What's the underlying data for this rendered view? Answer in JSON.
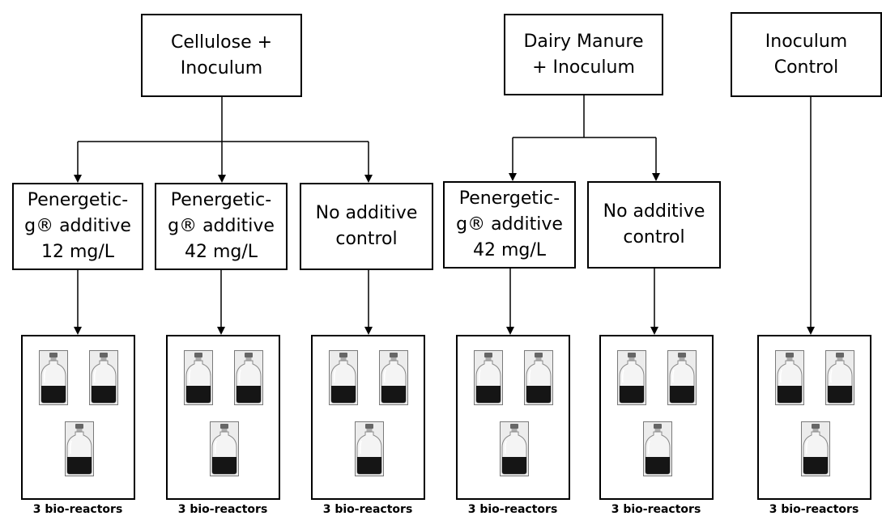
{
  "top_boxes": [
    {
      "id": "cellulose",
      "label": "Cellulose +\nInoculum"
    },
    {
      "id": "dairy",
      "label": "Dairy Manure\n+ Inoculum"
    },
    {
      "id": "control",
      "label": "Inoculum\nControl"
    }
  ],
  "treatments": [
    {
      "id": "t1",
      "label": "Penergetic-\ng® additive\n12 mg/L"
    },
    {
      "id": "t2",
      "label": "Penergetic-\ng® additive\n42 mg/L"
    },
    {
      "id": "t3",
      "label": "No additive\ncontrol"
    },
    {
      "id": "t4",
      "label": "Penergetic-\ng® additive\n42 mg/L"
    },
    {
      "id": "t5",
      "label": "No additive\ncontrol"
    }
  ],
  "reactor_groups": [
    {
      "caption": "3 bio-reactors"
    },
    {
      "caption": "3 bio-reactors"
    },
    {
      "caption": "3 bio-reactors"
    },
    {
      "caption": "3 bio-reactors"
    },
    {
      "caption": "3 bio-reactors"
    },
    {
      "caption": "3 bio-reactors"
    }
  ]
}
